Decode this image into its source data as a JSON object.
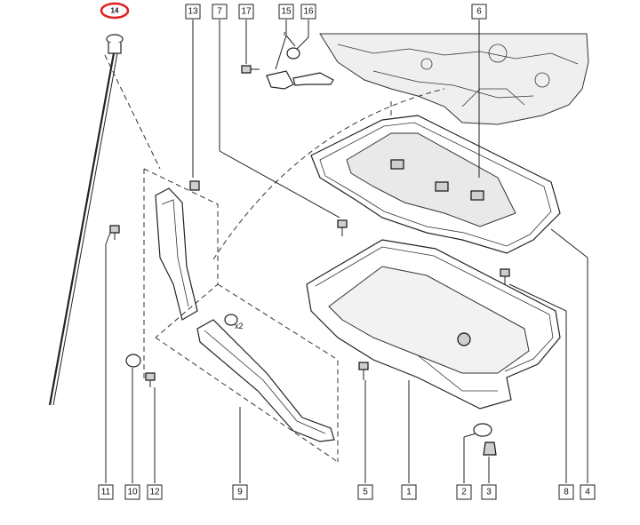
{
  "callouts": [
    {
      "id": "c13",
      "label": "13"
    },
    {
      "id": "c7",
      "label": "7"
    },
    {
      "id": "c17",
      "label": "17"
    },
    {
      "id": "c15",
      "label": "15"
    },
    {
      "id": "c16",
      "label": "16"
    },
    {
      "id": "c6",
      "label": "6"
    },
    {
      "id": "c11",
      "label": "11"
    },
    {
      "id": "c10",
      "label": "10"
    },
    {
      "id": "c12",
      "label": "12"
    },
    {
      "id": "c9",
      "label": "9"
    },
    {
      "id": "c5",
      "label": "5"
    },
    {
      "id": "c1",
      "label": "1"
    },
    {
      "id": "c2",
      "label": "2"
    },
    {
      "id": "c3",
      "label": "3"
    },
    {
      "id": "c8",
      "label": "8"
    },
    {
      "id": "c4",
      "label": "4"
    },
    {
      "id": "c14",
      "label": "14"
    }
  ],
  "annotations": {
    "x2": "x2"
  },
  "colors": {
    "highlight": "#e02020",
    "line": "#222222"
  }
}
